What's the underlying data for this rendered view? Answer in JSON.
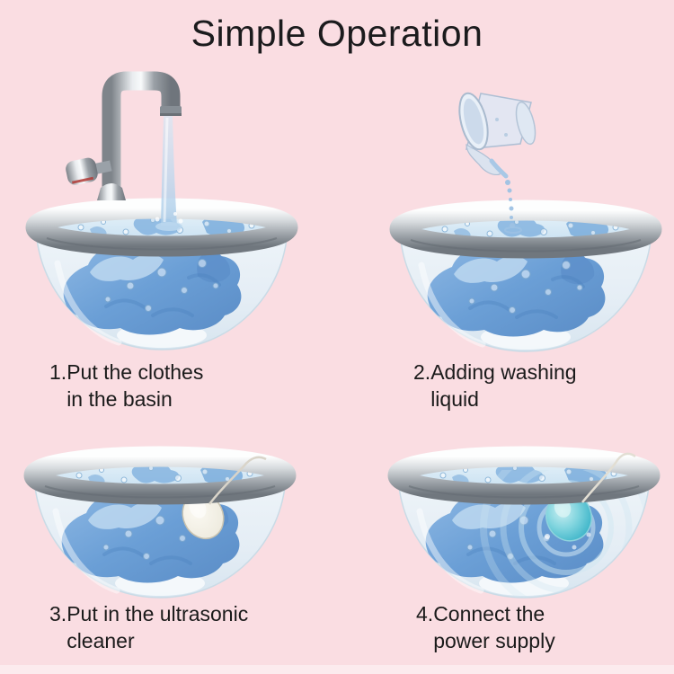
{
  "page": {
    "title": "Simple Operation",
    "background_color": "#fadde2",
    "text_color": "#1a1a1a"
  },
  "steps": [
    {
      "number": "1.",
      "line1": "Put the clothes",
      "line2": "in the basin",
      "illustration": "faucet-filling-basin"
    },
    {
      "number": "2.",
      "line1": "Adding washing",
      "line2": "liquid",
      "illustration": "cup-pouring-washing-liquid"
    },
    {
      "number": "3.",
      "line1": "Put in the ultrasonic",
      "line2": "cleaner",
      "illustration": "ultrasonic-cleaner-in-basin"
    },
    {
      "number": "4.",
      "line1": "Connect the",
      "line2": "power supply",
      "illustration": "powered-cleaner-with-ripples"
    }
  ],
  "colors": {
    "basin_rim_silver": "#9aa0a6",
    "glass": "#e7f1f7",
    "clothes_blue": "#6b9fd6",
    "water_blue": "#cfe6f4",
    "device_shell": "#efece0",
    "device_glow_cyan": "#4bbcd0",
    "faucet_chrome": "#c9ced3"
  }
}
